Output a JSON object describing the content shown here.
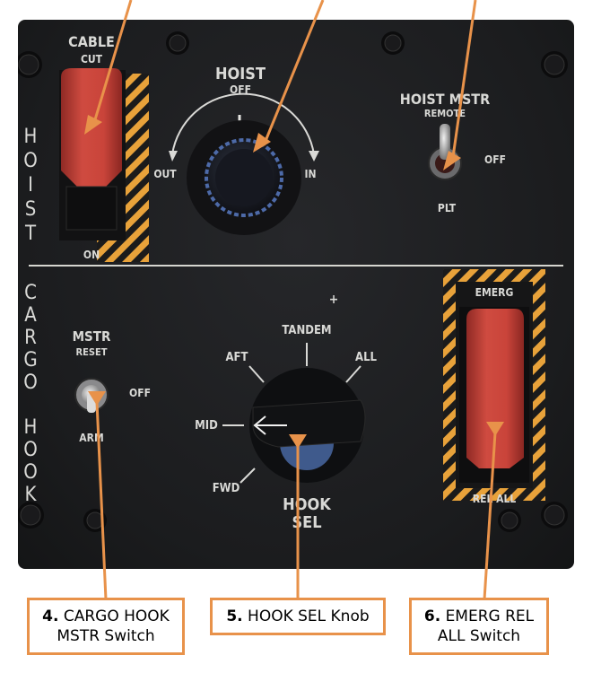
{
  "panel": {
    "hoist_section": "HOIST",
    "cargo_section": "CARGO HOOK",
    "cable_cut": {
      "line1": "CABLE",
      "line2": "CUT",
      "on": "ON"
    },
    "hoist_knob": {
      "title": "HOIST",
      "off": "OFF",
      "out": "OUT",
      "in": "IN"
    },
    "hoist_mstr": {
      "title": "HOIST MSTR",
      "remote": "REMOTE",
      "off": "OFF",
      "plt": "PLT"
    },
    "mstr_reset": {
      "line1": "MSTR",
      "line2": "RESET",
      "off": "OFF",
      "arm": "ARM"
    },
    "hook_sel": {
      "tandem": "TANDEM",
      "aft": "AFT",
      "all": "ALL",
      "mid": "MID",
      "fwd": "FWD",
      "title1": "HOOK",
      "title2": "SEL",
      "plus": "+"
    },
    "emerg": {
      "top": "EMERG",
      "bottom": "REL ALL"
    }
  },
  "callouts": [
    {
      "num": "4.",
      "text1": "CARGO HOOK",
      "text2": "MSTR Switch"
    },
    {
      "num": "5.",
      "text1": "HOOK SEL Knob",
      "text2": ""
    },
    {
      "num": "6.",
      "text1": "EMERG REL",
      "text2": "ALL Switch"
    }
  ],
  "colors": {
    "callout": "#e8924a",
    "guard_red": "#c4433a",
    "hazard": "#e8a23a",
    "panel": "#1d1e20"
  }
}
